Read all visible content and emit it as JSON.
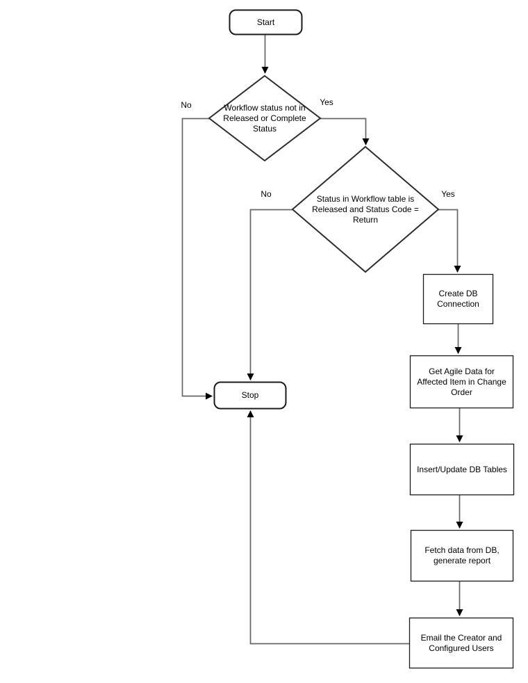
{
  "diagram": {
    "type": "flowchart",
    "background": "#ffffff",
    "colors": {
      "shape_fill": "#ffffff",
      "shape_border": "#1a1a1a",
      "connector_line": "#666666",
      "arrowhead": "#000000",
      "text": "#000000"
    },
    "nodes": {
      "start": {
        "type": "terminator",
        "label": "Start"
      },
      "decision_workflow_status": {
        "type": "decision",
        "label": "Workflow status not in\nReleased or Complete\nStatus"
      },
      "decision_status_code": {
        "type": "decision",
        "label": "Status in Workflow table is\nReleased and Status Code =\nReturn"
      },
      "create_db_connection": {
        "type": "process",
        "label": "Create DB\nConnection"
      },
      "get_agile_data": {
        "type": "process",
        "label": "Get Agile Data for\nAffected Item in Change\nOrder"
      },
      "insert_update_db": {
        "type": "process",
        "label": "Insert/Update DB Tables"
      },
      "fetch_data_report": {
        "type": "process",
        "label": "Fetch data from DB,\ngenerate report"
      },
      "email_users": {
        "type": "process",
        "label": "Email the Creator and\nConfigured Users"
      },
      "stop": {
        "type": "terminator",
        "label": "Stop"
      }
    },
    "edge_labels": {
      "decision1_no": "No",
      "decision1_yes": "Yes",
      "decision2_no": "No",
      "decision2_yes": "Yes"
    }
  }
}
